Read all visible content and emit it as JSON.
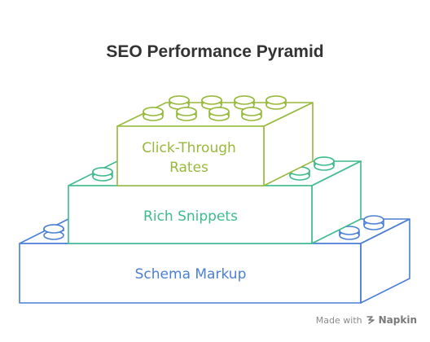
{
  "title": "SEO Performance Pyramid",
  "layers": [
    {
      "label_lines": [
        "Click-Through",
        "Rates"
      ],
      "color": "#97b93a"
    },
    {
      "label_lines": [
        "Rich Snippets"
      ],
      "color": "#3dbb8c"
    },
    {
      "label_lines": [
        "Schema Markup"
      ],
      "color": "#4a7fd6"
    }
  ],
  "watermark": {
    "text": "Made with",
    "brand": "Napkin",
    "icon": "napkin-logo-icon"
  }
}
